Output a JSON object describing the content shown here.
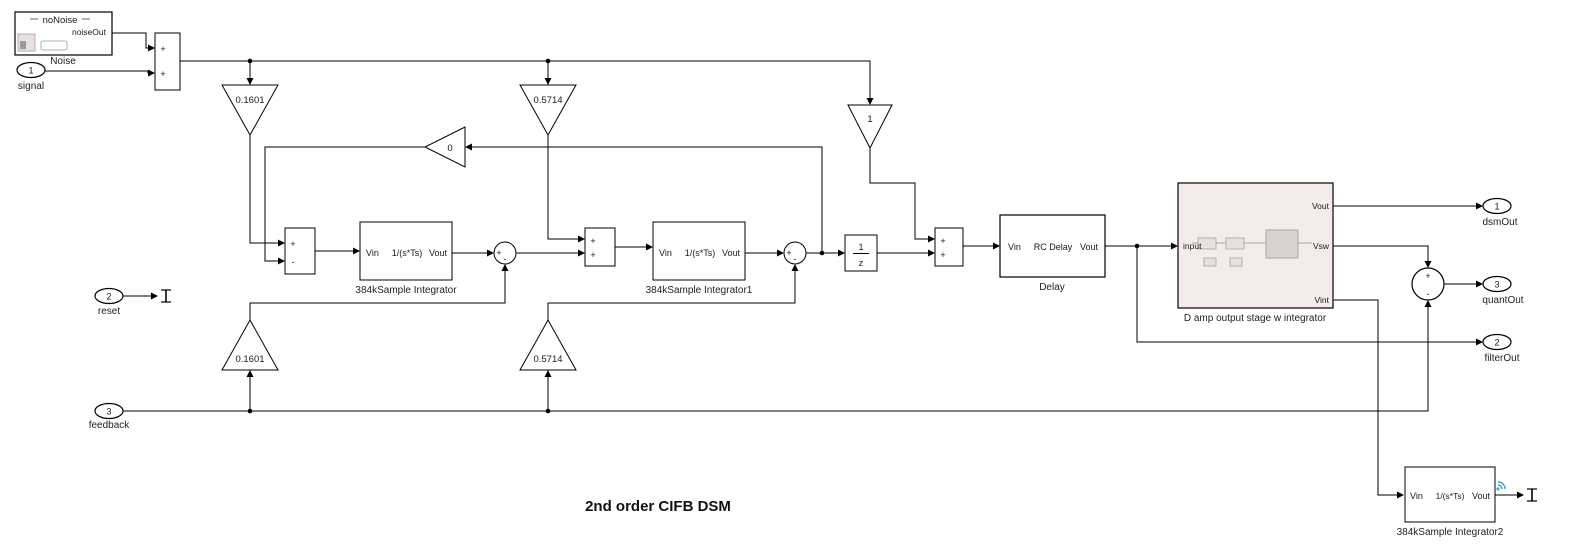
{
  "annotation": {
    "title": "2nd order CIFB DSM"
  },
  "noise_block": {
    "title": "noNoise",
    "port_label": "noiseOut",
    "name": "Noise"
  },
  "inports": {
    "signal": {
      "num": "1",
      "name": "signal"
    },
    "reset": {
      "num": "2",
      "name": "reset"
    },
    "feedback": {
      "num": "3",
      "name": "feedback"
    }
  },
  "outports": {
    "dsm": {
      "num": "1",
      "name": "dsmOut"
    },
    "quant": {
      "num": "3",
      "name": "quantOut"
    },
    "filter": {
      "num": "2",
      "name": "filterOut"
    }
  },
  "gains": {
    "b1": "0.1601",
    "b2": "0.5714",
    "b3": "1",
    "g": "0",
    "a1": "0.1601",
    "a2": "0.5714"
  },
  "integrator": {
    "vin": "Vin",
    "tf": "1/(s*Ts)",
    "vout": "Vout"
  },
  "integrator_names": {
    "first": "384kSample Integrator",
    "second": "384kSample Integrator1",
    "third": "384kSample Integrator2"
  },
  "unit_delay": {
    "num": "1",
    "den": "z"
  },
  "delay_block": {
    "vin": "Vin",
    "title": "RC Delay",
    "vout": "Vout",
    "name": "Delay"
  },
  "damp_block": {
    "in": "input",
    "vout": "Vout",
    "vsw": "Vsw",
    "vint": "Vint",
    "name": "D amp output stage w integrator"
  },
  "signs": {
    "plus": "+",
    "minus": "-"
  }
}
